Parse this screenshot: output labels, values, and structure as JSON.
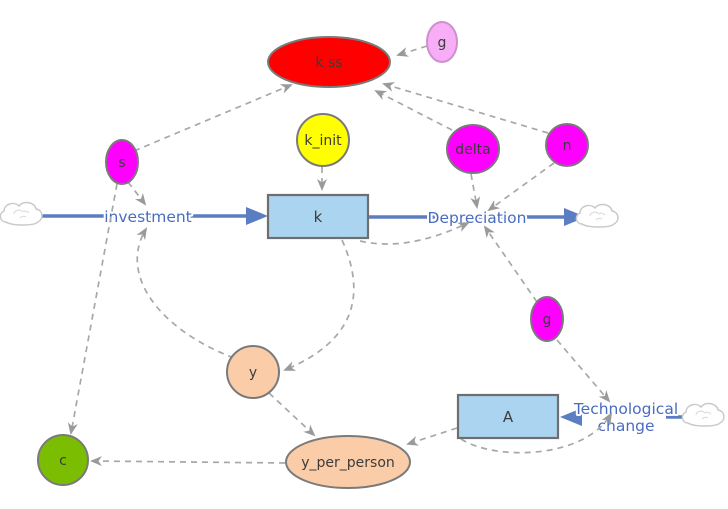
{
  "nodes": {
    "k_ss": {
      "label": "k ss",
      "color": "#ff0000",
      "type": "variable"
    },
    "g_top": {
      "label": "g",
      "color": "#f7aef7",
      "type": "variable"
    },
    "k_init": {
      "label": "k_init",
      "color": "#ffff00",
      "type": "variable"
    },
    "s": {
      "label": "s",
      "color": "#ff00ff",
      "type": "variable"
    },
    "delta": {
      "label": "delta",
      "color": "#ff00ff",
      "type": "variable"
    },
    "n": {
      "label": "n",
      "color": "#ff00ff",
      "type": "variable"
    },
    "g_mid": {
      "label": "g",
      "color": "#ff00ff",
      "type": "variable"
    },
    "y": {
      "label": "y",
      "color": "#facda8",
      "type": "variable"
    },
    "y_per_person": {
      "label": "y_per_person",
      "color": "#facda8",
      "type": "variable"
    },
    "c": {
      "label": "c",
      "color": "#7bbd00",
      "type": "variable"
    },
    "k": {
      "label": "k",
      "color": "#abd4f0",
      "type": "stock"
    },
    "A": {
      "label": "A",
      "color": "#abd4f0",
      "type": "stock"
    }
  },
  "flows": {
    "investment": {
      "label": "investment"
    },
    "depreciation": {
      "label": "Depreciation"
    },
    "tech_change": {
      "label_line1": "Technological",
      "label_line2": "change"
    }
  },
  "links": [
    {
      "from": "s",
      "to": "k_ss"
    },
    {
      "from": "g_top",
      "to": "k_ss"
    },
    {
      "from": "delta",
      "to": "k_ss"
    },
    {
      "from": "n",
      "to": "k_ss"
    },
    {
      "from": "k_init",
      "to": "k"
    },
    {
      "from": "s",
      "to": "investment"
    },
    {
      "from": "y",
      "to": "investment"
    },
    {
      "from": "s",
      "to": "c"
    },
    {
      "from": "k",
      "to": "y"
    },
    {
      "from": "k",
      "to": "depreciation"
    },
    {
      "from": "delta",
      "to": "depreciation"
    },
    {
      "from": "n",
      "to": "depreciation"
    },
    {
      "from": "g_mid",
      "to": "depreciation"
    },
    {
      "from": "g_mid",
      "to": "tech_change"
    },
    {
      "from": "A",
      "to": "tech_change"
    },
    {
      "from": "A",
      "to": "y_per_person"
    },
    {
      "from": "y",
      "to": "y_per_person"
    },
    {
      "from": "y_per_person",
      "to": "c"
    }
  ],
  "colors": {
    "flow": "#5b7ec2",
    "flow_text": "#4a6cc0",
    "link": "#a8a8a8",
    "node_border": "#7a7a7a",
    "canvas": "#ffffff"
  }
}
